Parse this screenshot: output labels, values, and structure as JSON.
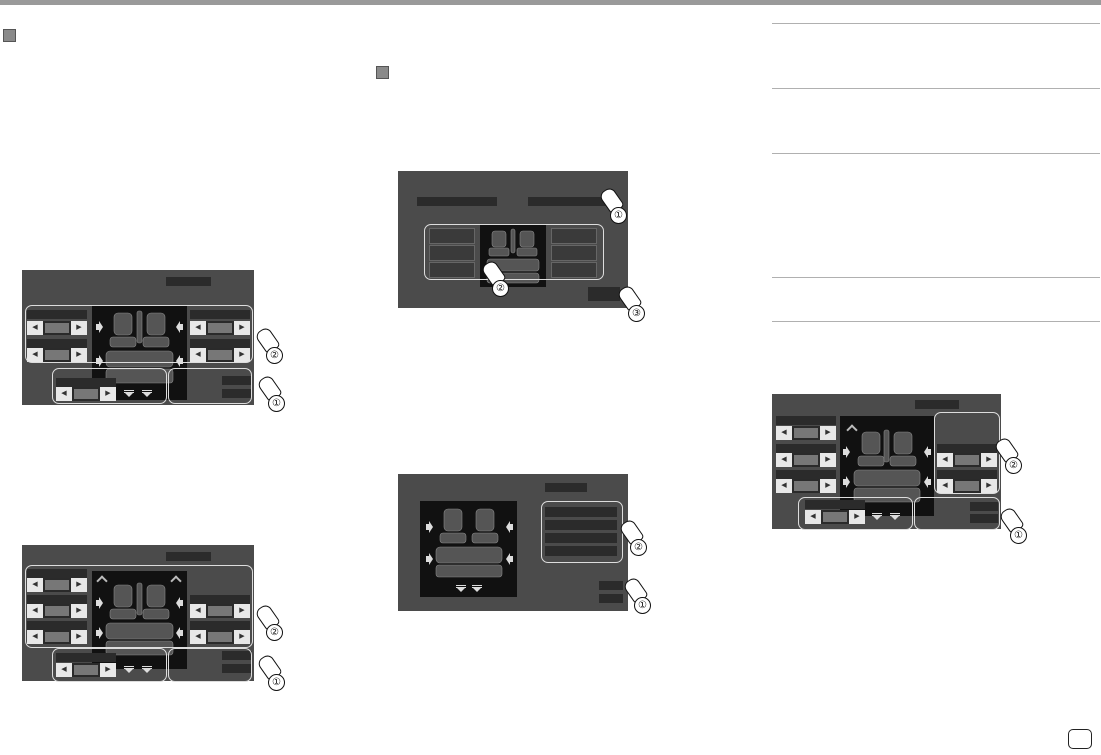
{
  "callouts": {
    "one": "①",
    "two": "②",
    "three": "③"
  },
  "icons": [
    "section-marker-icon",
    "speaker-icon",
    "subwoofer-icon",
    "tweeter-icon",
    "seat-icon",
    "tap-hand-icon",
    "page-badge-icon"
  ],
  "colors": {
    "screen_bg": "#4b4b4b",
    "panel_dark": "#111111",
    "frame": "#dddddd"
  }
}
